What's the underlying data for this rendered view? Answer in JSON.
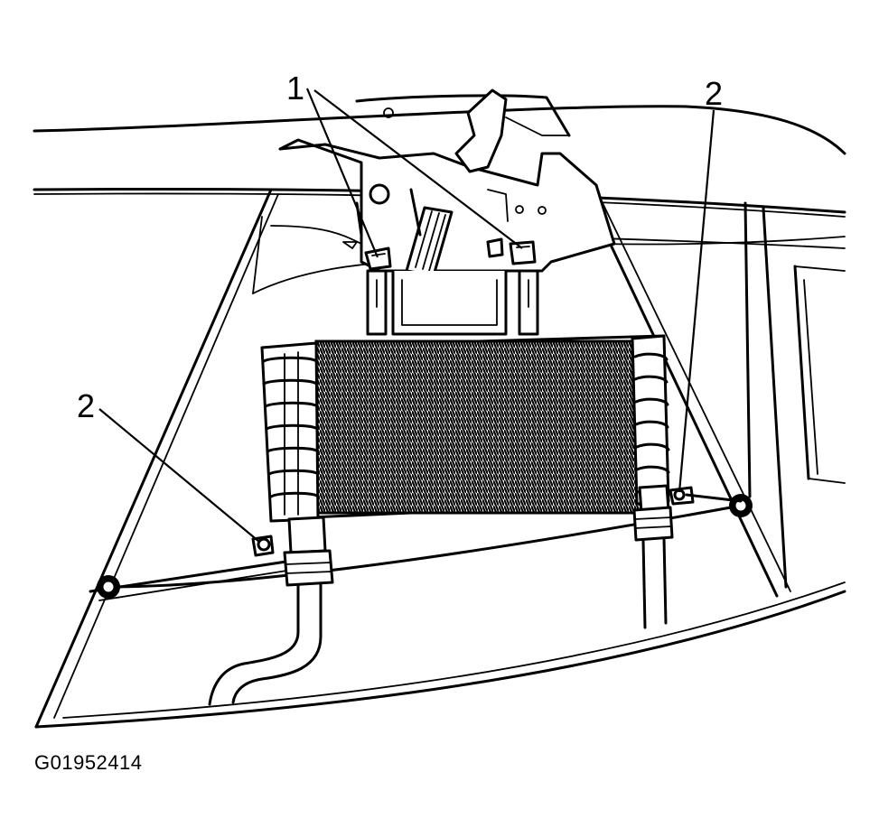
{
  "callouts": {
    "one": "1",
    "two_left": "2",
    "two_right": "2"
  },
  "figure_code": "G01952414"
}
